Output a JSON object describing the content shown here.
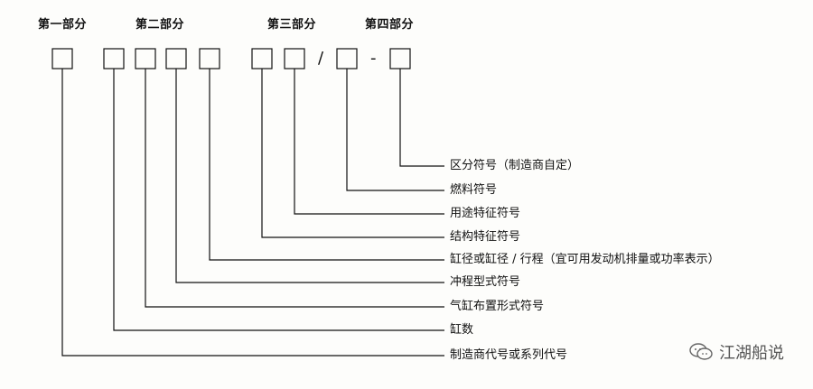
{
  "parts": {
    "part1": "第一部分",
    "part2": "第二部分",
    "part3": "第三部分",
    "part4": "第四部分"
  },
  "separators": {
    "slash": "/",
    "dash": "-"
  },
  "labels": [
    "区分符号（制造商自定）",
    "燃料符号",
    "用途特征符号",
    "结构特征符号",
    "缸径或缸径 / 行程（宜可用发动机排量或功率表示）",
    "冲程型式符号",
    "气缸布置形式符号",
    "缸数",
    "制造商代号或系列代号"
  ],
  "watermark": {
    "text": "江湖船说",
    "icon": "wechat-icon"
  }
}
